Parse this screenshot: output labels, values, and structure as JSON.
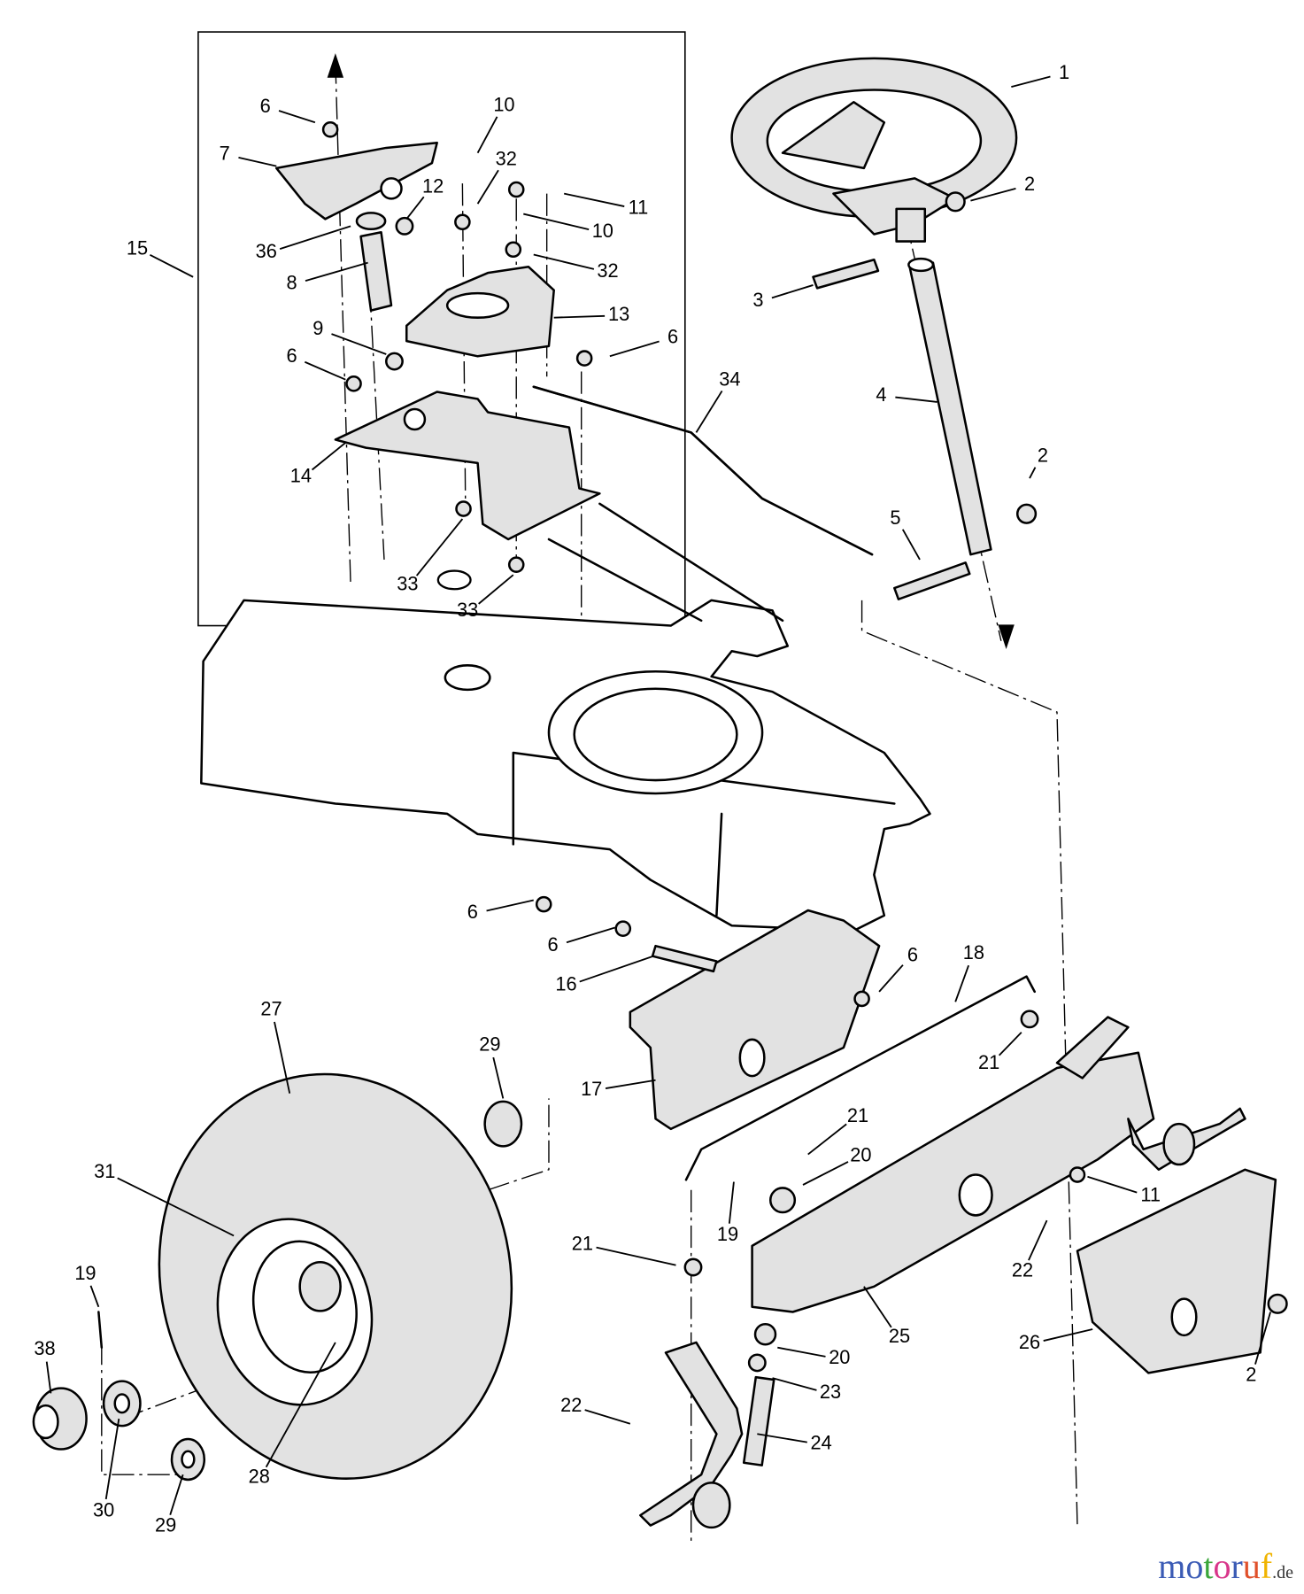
{
  "diagram": {
    "callouts": [
      "1",
      "2",
      "3",
      "4",
      "2",
      "5",
      "34",
      "10",
      "32",
      "11",
      "10",
      "32",
      "13",
      "6",
      "6",
      "7",
      "12",
      "36",
      "8",
      "15",
      "9",
      "6",
      "14",
      "33",
      "33",
      "6",
      "6",
      "16",
      "6",
      "18",
      "17",
      "21",
      "29",
      "27",
      "21",
      "20",
      "11",
      "31",
      "19",
      "21",
      "22",
      "25",
      "26",
      "2",
      "19",
      "38",
      "20",
      "23",
      "22",
      "24",
      "28",
      "30",
      "29"
    ]
  },
  "watermark": {
    "letters": [
      "m",
      "o",
      "t",
      "o",
      "r",
      "u",
      "f"
    ],
    "suffix": ".de",
    "colors": [
      "#3b5bb5",
      "#3b5bb5",
      "#3aa63a",
      "#d8368a",
      "#3b5bb5",
      "#e0502a",
      "#f0b400"
    ]
  }
}
